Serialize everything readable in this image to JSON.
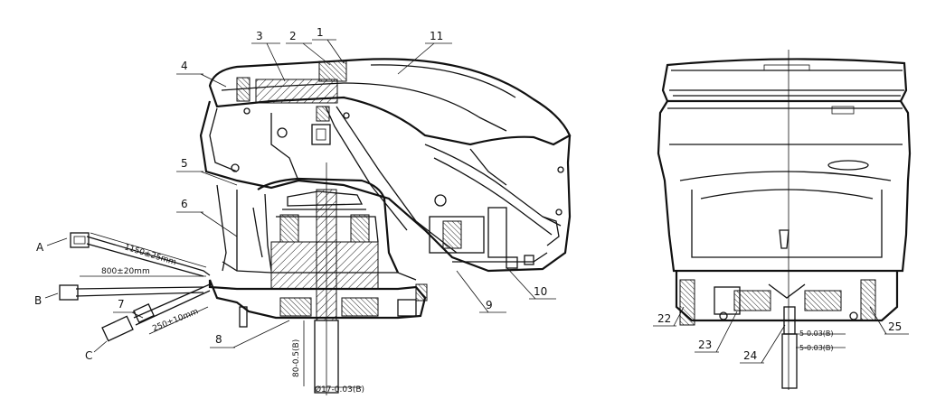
{
  "figure": {
    "callouts": [
      "1",
      "2",
      "3",
      "4",
      "5",
      "6",
      "7",
      "8",
      "9",
      "10",
      "11",
      "22",
      "23",
      "24",
      "25"
    ],
    "wire_labels": [
      "A",
      "B",
      "C"
    ],
    "dimensions": {
      "wire_a": "1150±25mm",
      "wire_b": "800±20mm",
      "wire_c": "250±10mm",
      "shaft_length": "80-0.5(B)",
      "shaft_diameter": "Ø17-0.03(B)",
      "right_dim_1": "5-0.03(B)",
      "right_dim_2": "5-0.03(B)"
    }
  }
}
